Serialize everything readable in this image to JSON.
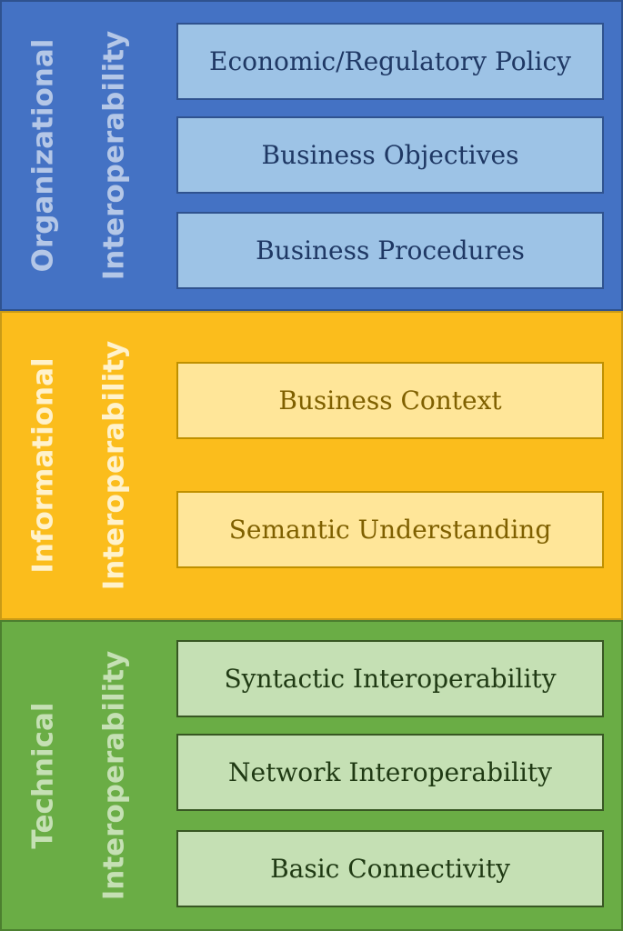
{
  "layers": [
    {
      "label_line1": "Organizational",
      "label_line2": "Interoperability",
      "items": [
        "Economic/Regulatory Policy",
        "Business Objectives",
        "Business Procedures"
      ]
    },
    {
      "label_line1": "Informational",
      "label_line2": "Interoperability",
      "items": [
        "Business Context",
        "Semantic Understanding"
      ]
    },
    {
      "label_line1": "Technical",
      "label_line2": "Interoperability",
      "items": [
        "Syntactic Interoperability",
        "Network Interoperability",
        "Basic Connectivity"
      ]
    }
  ],
  "colors": {
    "organizational": "#4472c4",
    "informational": "#fbbd1c",
    "technical": "#6aad45"
  }
}
